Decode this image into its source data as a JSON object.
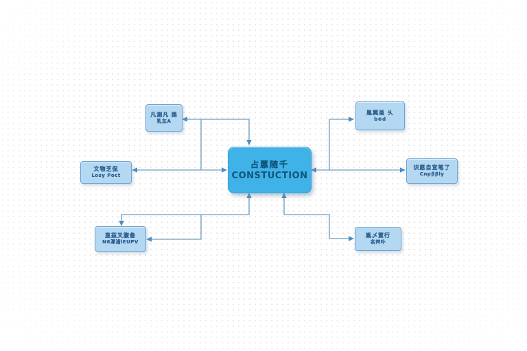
{
  "diagram": {
    "center": {
      "line1": "占慝随千",
      "line2": "CONSTUCTION"
    },
    "nodes": {
      "top_left": {
        "line1": "凡測凡 路",
        "line2": "乳厷A"
      },
      "top_right": {
        "line1": "胤翼虽 乆",
        "line2": "b⊛d"
      },
      "left": {
        "line1": "文物芝侃",
        "line2": "Losy Poct"
      },
      "right": {
        "line1": "识愿自宣笔了",
        "line2": "Cnpββly"
      },
      "bottom_left": {
        "line1": "直茲叉腹备",
        "line2": "N6潭浦lEUPV"
      },
      "bottom_right": {
        "line1": "胤乄置行",
        "line2": "名艸卟"
      }
    },
    "colors": {
      "center_fill": "#3fb2e8",
      "center_border": "#2d9fd8",
      "center_text": "#12557a",
      "node_fill": "#b4d8f1",
      "node_border": "#6aa3d4",
      "node_text": "#2b5e8e",
      "connector": "#87adc6",
      "arrowhead": "#4a8fc5",
      "background": "#ffffff"
    }
  }
}
